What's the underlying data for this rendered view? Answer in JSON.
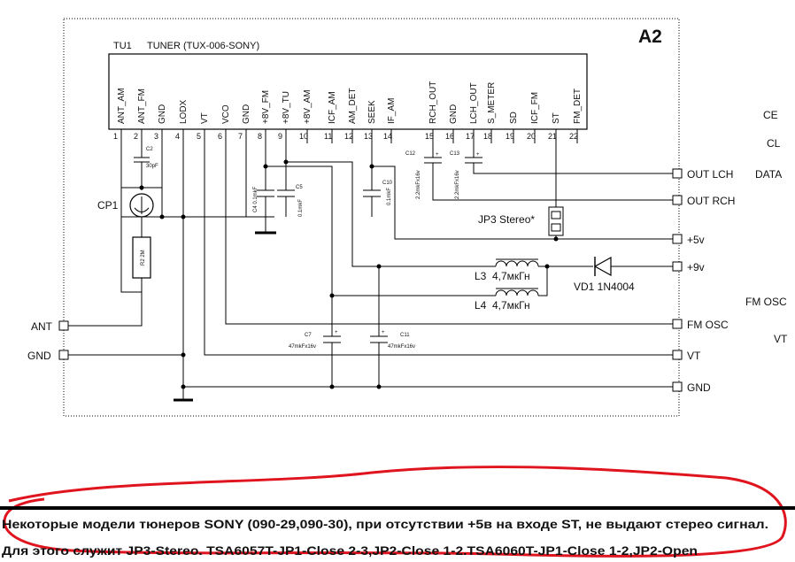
{
  "board": {
    "id": "A2",
    "tuner_ref": "TU1",
    "tuner_name": "TUNER (TUX-006-SONY)"
  },
  "pins": [
    {
      "num": "1",
      "name": "ANT_AM"
    },
    {
      "num": "2",
      "name": "ANT_FM"
    },
    {
      "num": "3",
      "name": "GND"
    },
    {
      "num": "4",
      "name": "LODX"
    },
    {
      "num": "5",
      "name": "VT"
    },
    {
      "num": "6",
      "name": "VCO"
    },
    {
      "num": "7",
      "name": "GND"
    },
    {
      "num": "8",
      "name": "+8V_FM"
    },
    {
      "num": "9",
      "name": "+8V_TU"
    },
    {
      "num": "10",
      "name": "+8V_AM"
    },
    {
      "num": "11",
      "name": "ICF_AM"
    },
    {
      "num": "12",
      "name": "AM_DET"
    },
    {
      "num": "13",
      "name": "SEEK"
    },
    {
      "num": "14",
      "name": "IF_AM"
    },
    {
      "num": "15",
      "name": "RCH_OUT"
    },
    {
      "num": "16",
      "name": "GND"
    },
    {
      "num": "17",
      "name": "LCH_OUT"
    },
    {
      "num": "18",
      "name": "S_METER"
    },
    {
      "num": "19",
      "name": "SD"
    },
    {
      "num": "20",
      "name": "ICF_FM"
    },
    {
      "num": "21",
      "name": "ST"
    },
    {
      "num": "22",
      "name": "FM_DET"
    }
  ],
  "components": {
    "c2_ref": "C2",
    "c2_val": "30pF",
    "cp1": "CP1",
    "r2_ref": "R2",
    "r2_val": "2M",
    "c4_ref": "C4",
    "c4_val": "0.1mkF",
    "c5_ref": "C5",
    "c5_val": "0.1mkF",
    "c10_ref": "C10",
    "c10_val": "0.1mkF",
    "c12_ref": "C12",
    "c12_val": "2.2mkFx16v",
    "c13_ref": "C13",
    "c13_val": "2.2mkFx16v",
    "jp3": "JP3 Stereo*",
    "l3": "L3",
    "l3_val": "4,7мкГн",
    "l4": "L4",
    "l4_val": "4,7мкГн",
    "vd1": "VD1  1N4004",
    "c7_ref": "C7",
    "c7_val": "47mkFx16v",
    "c11_ref": "C11",
    "c11_val": "47mkFx16v",
    "plus": "+"
  },
  "connectors_right": {
    "out_lch": "OUT LCH",
    "out_rch": "OUT RCH",
    "p5v": "+5v",
    "p9v": "+9v",
    "fm_osc": "FM OSC",
    "vt": "VT",
    "gnd": "GND"
  },
  "connectors_left": {
    "ant": "ANT",
    "gnd": "GND"
  },
  "side_labels": {
    "ce": "CE",
    "cl": "CL",
    "data": "DATA",
    "fm_osc": "FM OSC",
    "vt": "VT"
  },
  "note": {
    "line1": "Некоторые модели тюнеров SONY (090-29,090-30), при отсутствии +5в на входе ST, не выдают стерео сигнал.",
    "line2": "Для этого служит JP3-Stereo. TSA6057T-JP1-Close 2-3,JP2-Close 1-2.TSA6060T-JP1-Close 1-2,JP2-Open"
  },
  "colors": {
    "highlight": "#e0141e",
    "line": "#000000"
  }
}
